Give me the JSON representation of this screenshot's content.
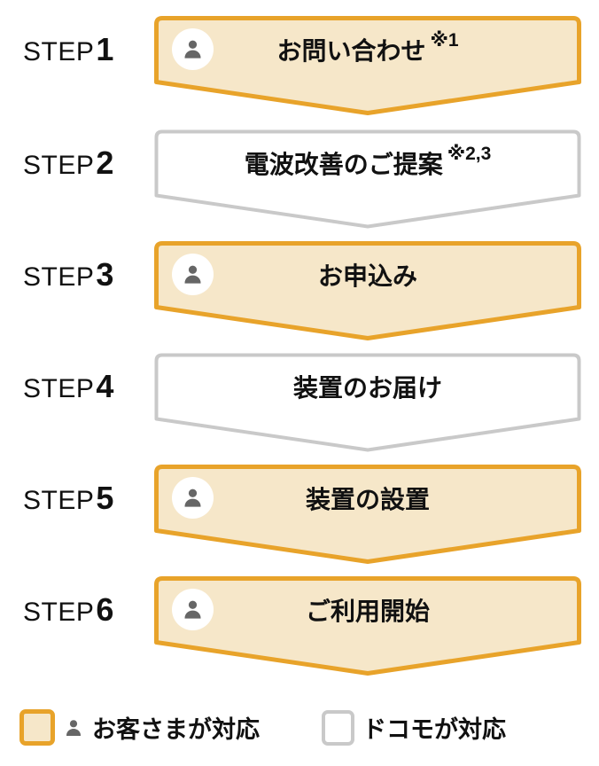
{
  "steps": [
    {
      "label": "STEP",
      "number": "1",
      "title": "お問い合わせ",
      "note": "※1",
      "actor": "customer"
    },
    {
      "label": "STEP",
      "number": "2",
      "title": "電波改善のご提案",
      "note": "※2,3",
      "actor": "docomo"
    },
    {
      "label": "STEP",
      "number": "3",
      "title": "お申込み",
      "note": "",
      "actor": "customer"
    },
    {
      "label": "STEP",
      "number": "4",
      "title": "装置のお届け",
      "note": "",
      "actor": "docomo"
    },
    {
      "label": "STEP",
      "number": "5",
      "title": "装置の設置",
      "note": "",
      "actor": "customer"
    },
    {
      "label": "STEP",
      "number": "6",
      "title": "ご利用開始",
      "note": "",
      "actor": "customer"
    }
  ],
  "legend": {
    "customer": {
      "label": "お客さまが対応"
    },
    "docomo": {
      "label": "ドコモが対応"
    }
  },
  "icons": {
    "person": "person-icon"
  },
  "colors": {
    "accent_orange": "#E8A32A",
    "customer_fill": "#F6E7C9",
    "docomo_border": "#C9C9C9",
    "docomo_fill": "#FFFFFF",
    "icon_gray": "#666666",
    "text_dark": "#111111"
  }
}
